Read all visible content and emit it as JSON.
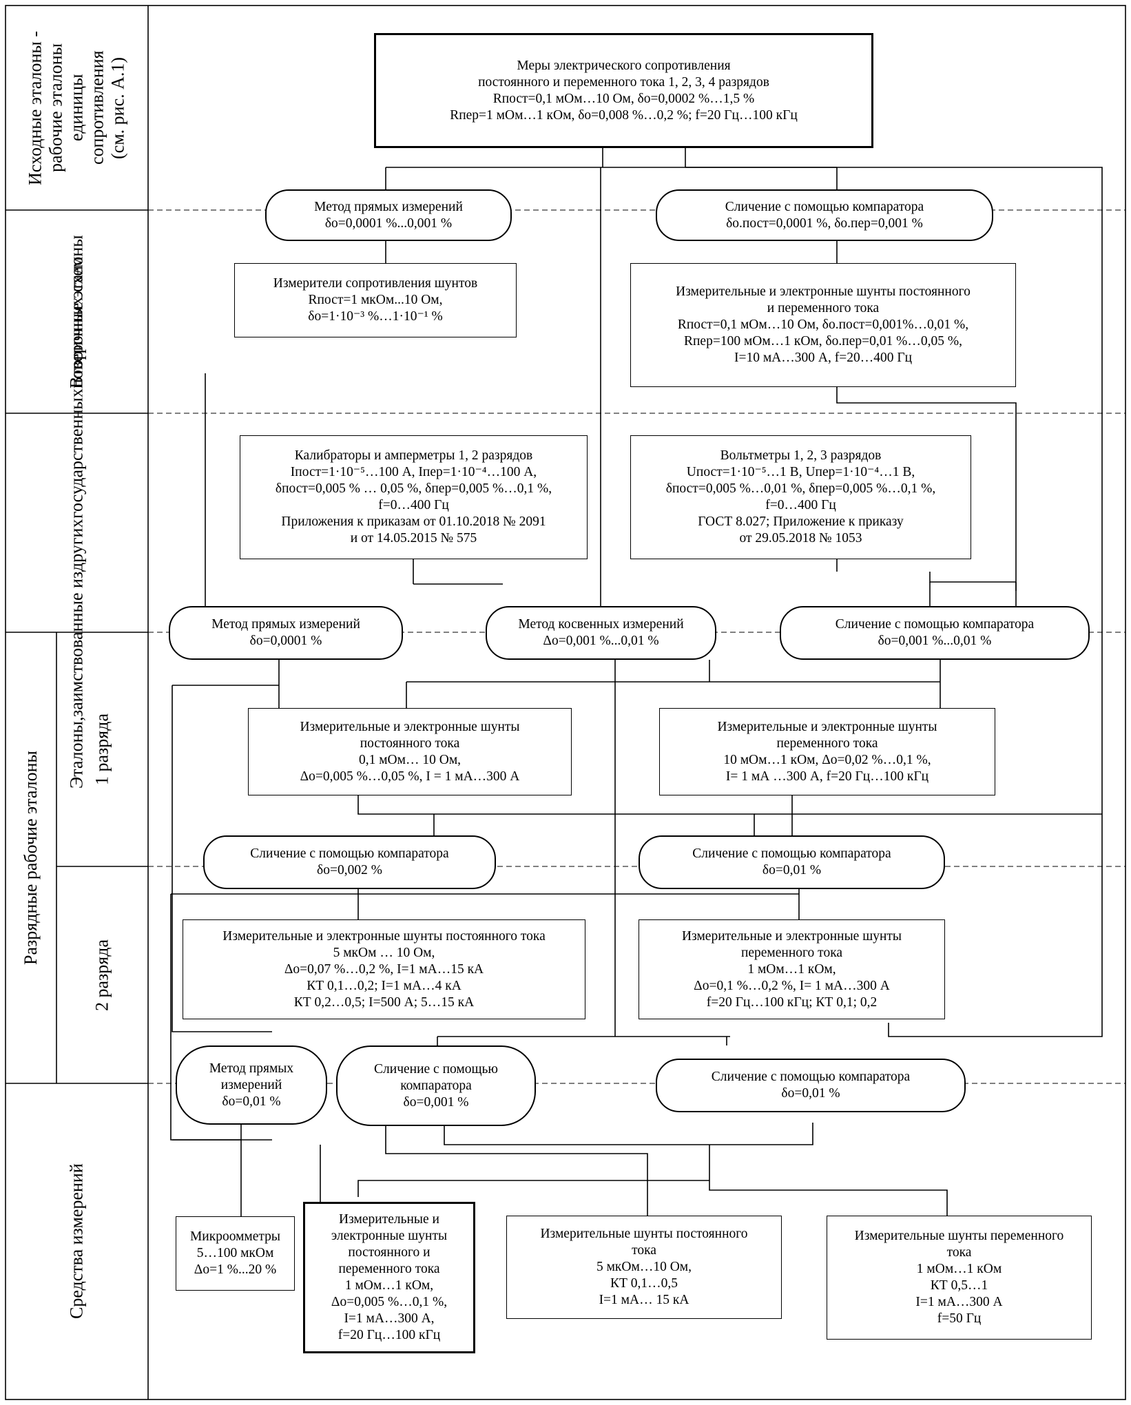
{
  "row_labels": {
    "source": [
      "Исходные эталоны -",
      "рабочие эталоны",
      "единицы",
      "сопротивления",
      "(см. рис. А.1)"
    ],
    "secondary": "Вторичные эталоны",
    "borrowed": [
      "Эталоны,",
      "заимствованные из",
      "других",
      "государственных",
      "поверочных схем"
    ],
    "working": "Разрядные рабочие эталоны",
    "rank1": "1 разряда",
    "rank2": "2 разряда",
    "instruments": "Средства измерений"
  },
  "boxes": {
    "measures": [
      "Меры электрического сопротивления",
      "постоянного и переменного тока 1, 2, 3, 4 разрядов",
      "Rпост=0,1 мОм…10 Ом, δо=0,0002 %…1,5 %",
      "Rпер=1 мОм…1 кОм, δо=0,008 %…0,2 %; f=20 Гц…100 кГц"
    ],
    "sec_direct": [
      "Метод прямых измерений",
      "δо=0,0001 %...0,001 %"
    ],
    "sec_comparator": [
      "Сличение с помощью компаратора",
      "δо.пост=0,0001 %, δо.пер=0,001 %"
    ],
    "shunt_resist_meters": [
      "Измерители сопротивления шунтов",
      "Rпост=1 мкОм...10 Ом,",
      "δо=1·10⁻³ %…1·10⁻¹ %"
    ],
    "sec_shunts": [
      "Измерительные и электронные шунты постоянного",
      "и переменного тока",
      "Rпост=0,1 мОм…10 Ом, δо.пост=0,001%…0,01 %,",
      "Rпер=100 мОм…1 кОм, δо.пер=0,01 %…0,05 %,",
      "I=10 мА…300 А, f=20…400 Гц"
    ],
    "calibrators": [
      "Калибраторы и амперметры 1, 2 разрядов",
      "Iпост=1·10⁻⁵…100 А, Iпер=1·10⁻⁴…100 А,",
      "δпост=0,005 % … 0,05 %, δпер=0,005 %…0,1 %,",
      "f=0…400 Гц",
      "Приложения к приказам от 01.10.2018 № 2091",
      "и от 14.05.2015 № 575"
    ],
    "voltmeters": [
      "Вольтметры 1, 2, 3 разрядов",
      "Uпост=1·10⁻⁵…1 В, Uпер=1·10⁻⁴…1 В,",
      "δпост=0,005 %…0,01 %, δпер=0,005 %…0,1 %,",
      "f=0…400 Гц",
      "ГОСТ 8.027; Приложение к приказу",
      "от 29.05.2018 № 1053"
    ],
    "m1_direct": [
      "Метод прямых измерений",
      "δо=0,0001 %"
    ],
    "m1_indirect": [
      "Метод косвенных измерений",
      "Δо=0,001 %...0,01 %"
    ],
    "m1_comparator": [
      "Сличение с помощью компаратора",
      "δо=0,001 %...0,01 %"
    ],
    "r1_dc": [
      "Измерительные и электронные шунты",
      "постоянного тока",
      "0,1 мОм… 10 Ом,",
      "Δо=0,005 %…0,05 %, I = 1 мА…300 А"
    ],
    "r1_ac": [
      "Измерительные и электронные шунты",
      "переменного тока",
      "10 мОм…1 кОм, Δо=0,02 %…0,1 %,",
      "I= 1 мА …300 А, f=20 Гц…100 кГц"
    ],
    "m2_cmp_dc": [
      "Сличение с помощью компаратора",
      "δо=0,002 %"
    ],
    "m2_cmp_ac": [
      "Сличение с помощью компаратора",
      "δо=0,01 %"
    ],
    "r2_dc": [
      "Измерительные и электронные шунты постоянного тока",
      "5 мкОм … 10 Ом,",
      "Δо=0,07 %…0,2 %, I=1 мА…15 кА",
      "КТ 0,1…0,2; I=1 мА…4 кА",
      "КТ 0,2…0,5; I=500 А; 5…15 кА"
    ],
    "r2_ac": [
      "Измерительные и электронные шунты",
      "переменного тока",
      "1 мОм…1 кОм,",
      "Δо=0,1 %…0,2 %, I= 1 мА…300 А",
      "f=20 Гц…100 кГц; КТ 0,1; 0,2"
    ],
    "m3_direct": [
      "Метод прямых",
      "измерений",
      "δо=0,01 %"
    ],
    "m3_cmp_dc": [
      "Сличение с помощью",
      "компаратора",
      "δо=0,001 %"
    ],
    "m3_cmp_ac": [
      "Сличение с помощью компаратора",
      "δо=0,01 %"
    ],
    "microohm": [
      "Микроомметры",
      "5…100 мкОм",
      "Δо=1 %...20 %"
    ],
    "si_shunts_dcac": [
      "Измерительные и",
      "электронные шунты",
      "постоянного и",
      "переменного тока",
      "1 мОм…1 кОм,",
      "Δо=0,005 %…0,1 %,",
      "I=1 мА…300 А,",
      "f=20 Гц…100 кГц"
    ],
    "si_shunts_dc": [
      "Измерительные шунты постоянного",
      "тока",
      "5 мкОм…10 Ом,",
      "КТ 0,1…0,5",
      "I=1 мА… 15 кА"
    ],
    "si_shunts_ac": [
      "Измерительные шунты переменного",
      "тока",
      "1 мОм…1 кОм",
      "КТ 0,5…1",
      "I=1 мА…300 А",
      "f=50 Гц"
    ]
  }
}
